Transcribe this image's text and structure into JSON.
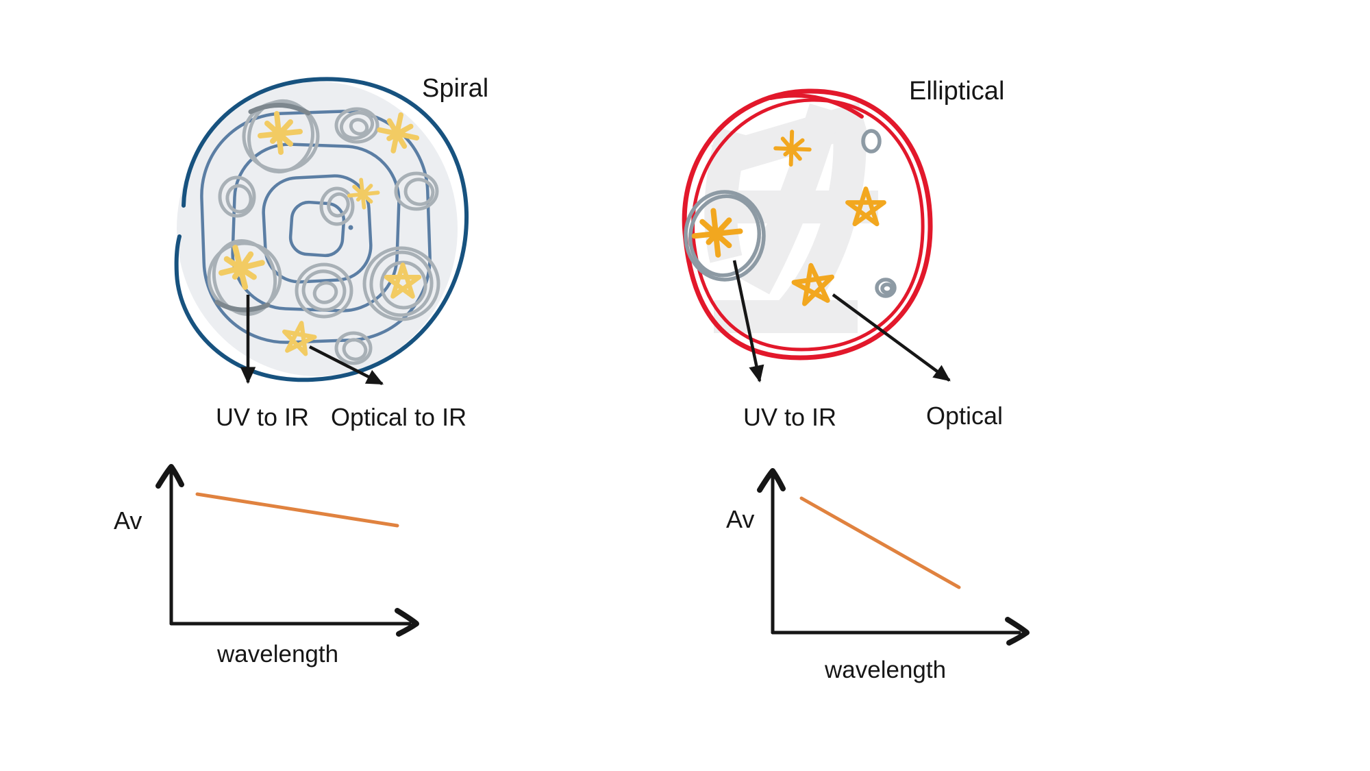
{
  "page": {
    "background": "#ffffff"
  },
  "colors": {
    "spiral_outline_navy": "#17527f",
    "spiral_arm_blue": "#5b7ea4",
    "galaxy_fill_gray": "#eceef1",
    "dust_cluster_gray": "#a8b0b6",
    "spiral_star_gold": "#f2cb63",
    "elliptical_outline_red": "#e2182b",
    "elliptical_star_amber": "#f2a71f",
    "elliptical_circle_gray": "#8d9aa4",
    "elliptical_scribble_gray": "#ededee",
    "attenuation_line_orange": "#e0823f",
    "ink_black": "#161616"
  },
  "spiral_panel": {
    "title": "Spiral",
    "annotations": {
      "uv_label": "UV to IR",
      "optical_label": "Optical to IR"
    },
    "plot": {
      "ylabel": "Av",
      "xlabel": "wavelength",
      "trend": "shallow linear decline"
    }
  },
  "elliptical_panel": {
    "title": "Elliptical",
    "annotations": {
      "uv_label": "UV to IR",
      "optical_label": "Optical"
    },
    "plot": {
      "ylabel": "Av",
      "xlabel": "wavelength",
      "trend": "steep linear decline"
    }
  },
  "chart_data": [
    {
      "type": "line",
      "panel": "Spiral",
      "title": "",
      "xlabel": "wavelength",
      "ylabel": "Av",
      "ticks": "none",
      "grid": false,
      "line_color": "#e0823f",
      "series": [
        {
          "name": "Av vs wavelength (spiral)",
          "points_frac": [
            [
              0.11,
              0.82
            ],
            [
              0.93,
              0.62
            ]
          ],
          "trend": "shallow decline"
        }
      ]
    },
    {
      "type": "line",
      "panel": "Elliptical",
      "title": "",
      "xlabel": "wavelength",
      "ylabel": "Av",
      "ticks": "none",
      "grid": false,
      "line_color": "#e0823f",
      "series": [
        {
          "name": "Av vs wavelength (elliptical)",
          "points_frac": [
            [
              0.11,
              0.81
            ],
            [
              0.73,
              0.27
            ]
          ],
          "trend": "steep decline"
        }
      ]
    }
  ]
}
